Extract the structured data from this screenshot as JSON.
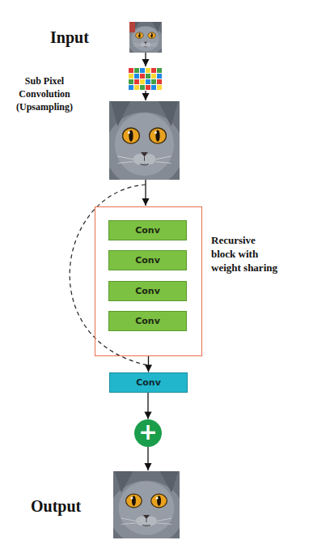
{
  "diagram": {
    "nodes": [
      {
        "text": [
          "Recursive block with weight sharing"
        ]
      },
      {
        "text": [
          "Conv"
        ],
        "in": 0
      },
      {
        "text": [
          "Conv"
        ],
        "in": 0
      },
      {
        "text": [
          "Conv"
        ],
        "in": 0
      },
      {
        "text": [
          "Conv"
        ],
        "in": 0
      },
      {
        "text": [
          "Conv"
        ]
      },
      {
        "text": [
          "+"
        ]
      }
    ],
    "edges": [
      {
        "from": 0,
        "to": 5,
        "arrow": "to"
      },
      {
        "from": 5,
        "to": 6,
        "arrow": "to"
      }
    ],
    "labels": [
      "Input",
      "Sub Pixel Convolution (Upsampling)",
      "Output"
    ]
  }
}
